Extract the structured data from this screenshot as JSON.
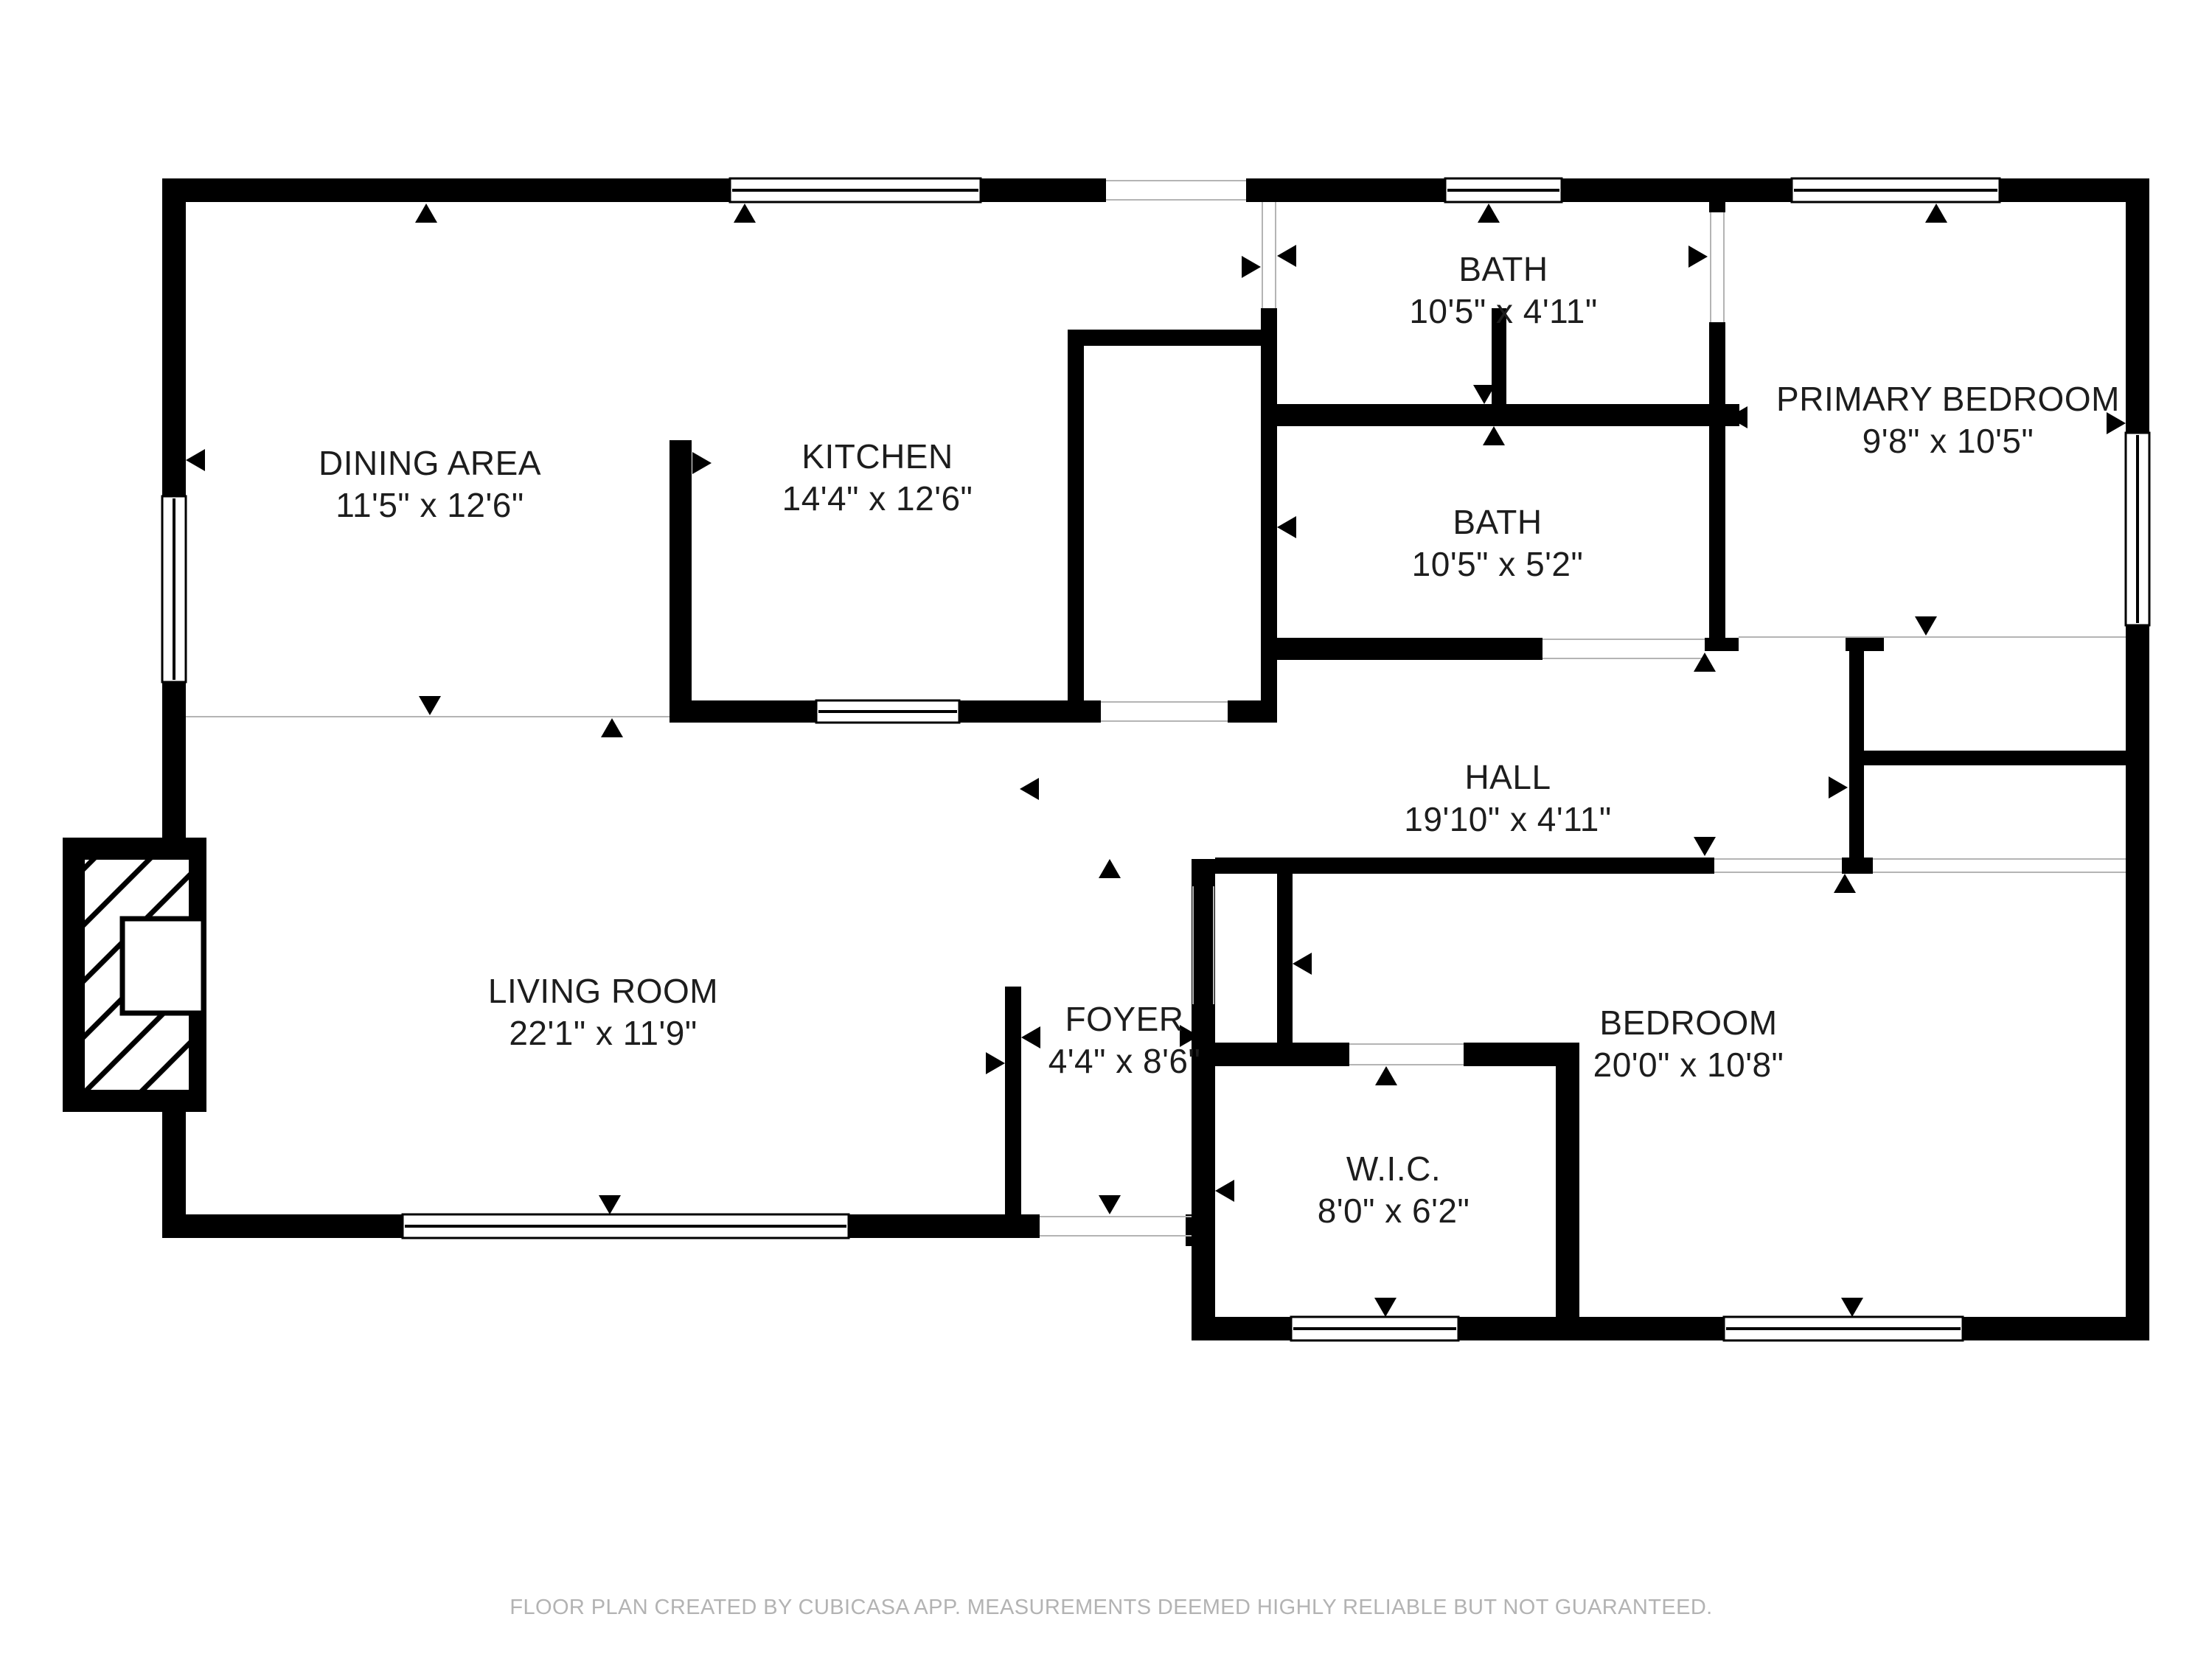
{
  "colors": {
    "background": "#ffffff",
    "wall": "#000000",
    "window_frame": "#000000",
    "open_boundary_line": "#b4b4b4",
    "label_text": "#1d1d1d",
    "footer_text": "#b3b3b3"
  },
  "rooms": [
    {
      "id": "dining",
      "name": "DINING AREA",
      "dims": "11'5\" x 12'6\""
    },
    {
      "id": "kitchen",
      "name": "KITCHEN",
      "dims": "14'4\" x 12'6\""
    },
    {
      "id": "bath1",
      "name": "BATH",
      "dims": "10'5\" x 4'11\""
    },
    {
      "id": "primary",
      "name": "PRIMARY BEDROOM",
      "dims": "9'8\" x 10'5\""
    },
    {
      "id": "bath2",
      "name": "BATH",
      "dims": "10'5\" x 5'2\""
    },
    {
      "id": "hall",
      "name": "HALL",
      "dims": "19'10\" x 4'11\""
    },
    {
      "id": "living",
      "name": "LIVING ROOM",
      "dims": "22'1\" x 11'9\""
    },
    {
      "id": "foyer",
      "name": "FOYER",
      "dims": "4'4\" x 8'6\""
    },
    {
      "id": "wic",
      "name": "W.I.C.",
      "dims": "8'0\" x 6'2\""
    },
    {
      "id": "bedroom",
      "name": "BEDROOM",
      "dims": "20'0\" x 10'8\""
    }
  ],
  "footer": {
    "text": "FLOOR PLAN CREATED BY CUBICASA APP. MEASUREMENTS DEEMED HIGHLY RELIABLE BUT NOT GUARANTEED."
  }
}
